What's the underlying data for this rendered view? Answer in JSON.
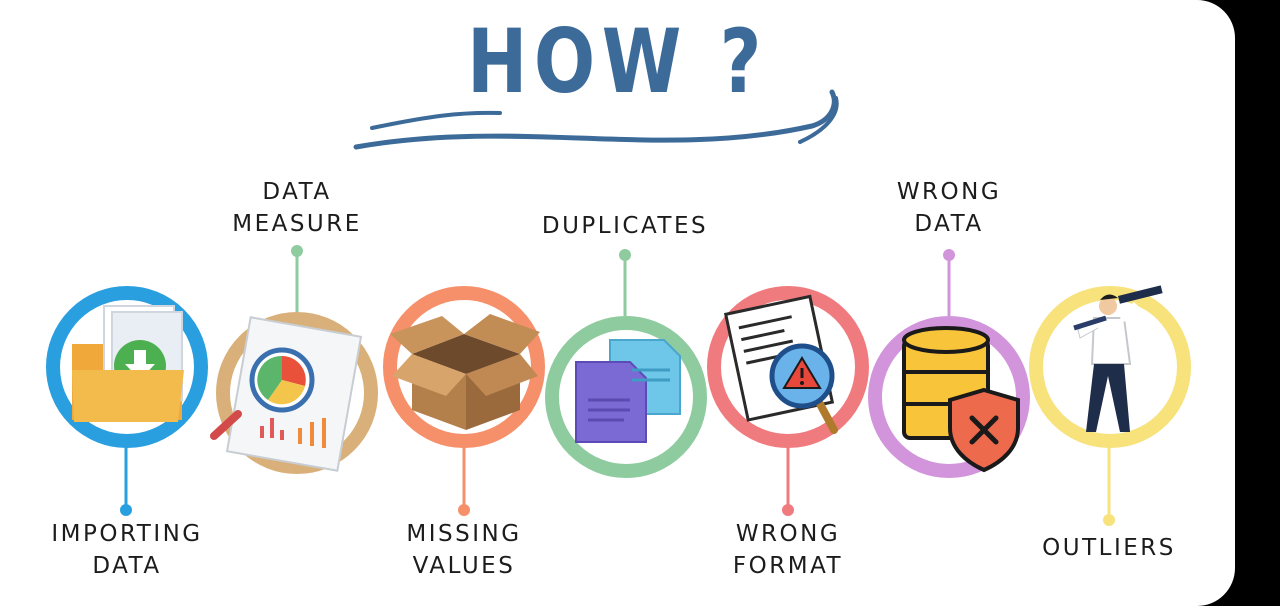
{
  "title": "HOW ?",
  "steps": [
    {
      "label_lines": [
        "IMPORTING",
        "DATA"
      ],
      "icon": "folder-download-icon",
      "ring_color": "#2a9fe0",
      "label_position": "bottom"
    },
    {
      "label_lines": [
        "DATA",
        "MEASURE"
      ],
      "icon": "report-magnifier-icon",
      "ring_color": "#d9b079",
      "label_position": "top"
    },
    {
      "label_lines": [
        "MISSING",
        "VALUES"
      ],
      "icon": "empty-box-icon",
      "ring_color": "#f6906a",
      "label_position": "bottom"
    },
    {
      "label_lines": [
        "DUPLICATES"
      ],
      "icon": "duplicate-documents-icon",
      "ring_color": "#8ecb9f",
      "label_position": "top"
    },
    {
      "label_lines": [
        "WRONG",
        "FORMAT"
      ],
      "icon": "document-warning-icon",
      "ring_color": "#f07b7f",
      "label_position": "bottom"
    },
    {
      "label_lines": [
        "WRONG",
        "DATA"
      ],
      "icon": "database-error-icon",
      "ring_color": "#d295dc",
      "label_position": "top"
    },
    {
      "label_lines": [
        "OUTLIERS"
      ],
      "icon": "man-telescope-icon",
      "ring_color": "#f7e27c",
      "label_position": "bottom"
    }
  ],
  "colors": {
    "title": "#3d6b99",
    "text": "#1c1c1c",
    "background": "#ffffff"
  }
}
